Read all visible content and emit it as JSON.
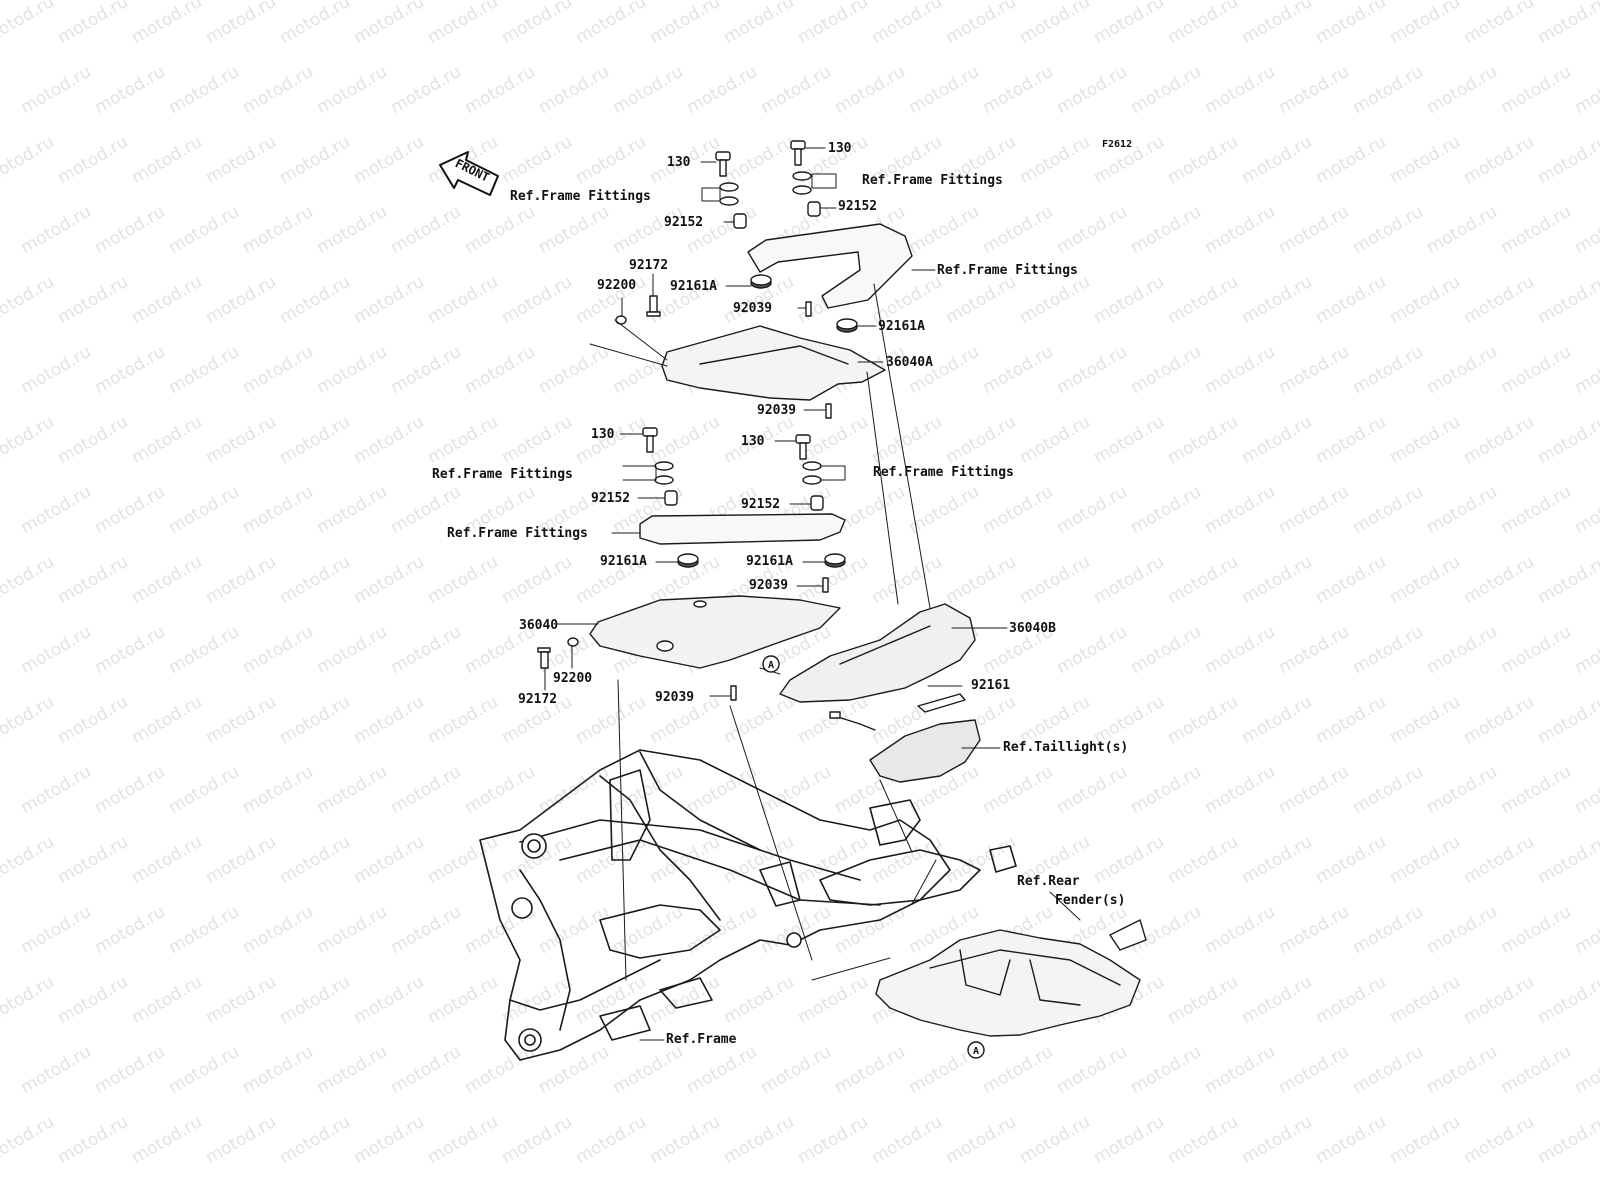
{
  "diagram": {
    "code": "F2612",
    "front_label": "FRONT",
    "watermark": "motod.ru",
    "callouts": [
      {
        "id": "c01",
        "text": "130"
      },
      {
        "id": "c02",
        "text": "130"
      },
      {
        "id": "c03",
        "text": "Ref.Frame Fittings"
      },
      {
        "id": "c04",
        "text": "Ref.Frame Fittings"
      },
      {
        "id": "c05",
        "text": "92152"
      },
      {
        "id": "c06",
        "text": "92152"
      },
      {
        "id": "c07",
        "text": "Ref.Frame Fittings"
      },
      {
        "id": "c08",
        "text": "92172"
      },
      {
        "id": "c09",
        "text": "92200"
      },
      {
        "id": "c10",
        "text": "92161A"
      },
      {
        "id": "c11",
        "text": "92039"
      },
      {
        "id": "c12",
        "text": "92161A"
      },
      {
        "id": "c13",
        "text": "36040A"
      },
      {
        "id": "c14",
        "text": "92039"
      },
      {
        "id": "c15",
        "text": "130"
      },
      {
        "id": "c16",
        "text": "130"
      },
      {
        "id": "c17",
        "text": "Ref.Frame Fittings"
      },
      {
        "id": "c18",
        "text": "Ref.Frame Fittings"
      },
      {
        "id": "c19",
        "text": "92152"
      },
      {
        "id": "c20",
        "text": "92152"
      },
      {
        "id": "c21",
        "text": "Ref.Frame Fittings"
      },
      {
        "id": "c22",
        "text": "92161A"
      },
      {
        "id": "c23",
        "text": "92161A"
      },
      {
        "id": "c24",
        "text": "92039"
      },
      {
        "id": "c25",
        "text": "36040"
      },
      {
        "id": "c26",
        "text": "36040B"
      },
      {
        "id": "c27",
        "text": "92200"
      },
      {
        "id": "c28",
        "text": "92172"
      },
      {
        "id": "c29",
        "text": "92161"
      },
      {
        "id": "c30",
        "text": "92039"
      },
      {
        "id": "c31",
        "text": "Ref.Taillight(s)"
      },
      {
        "id": "c32",
        "text": "Ref.Rear"
      },
      {
        "id": "c33",
        "text": "Fender(s)"
      },
      {
        "id": "c34",
        "text": "Ref.Frame"
      },
      {
        "id": "c35",
        "text": "A"
      },
      {
        "id": "c36",
        "text": "A"
      }
    ]
  }
}
